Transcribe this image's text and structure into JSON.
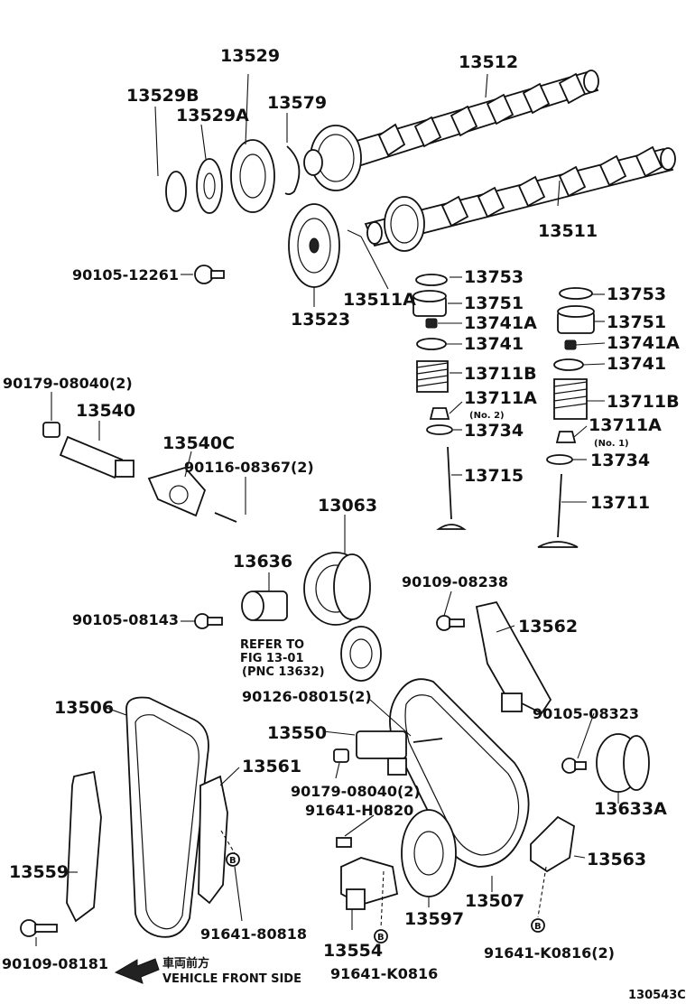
{
  "labels": {
    "p13529": "13529",
    "p13512": "13512",
    "p13529B": "13529B",
    "p13529A": "13529A",
    "p13579": "13579",
    "p13511": "13511",
    "p90105_12261": "90105-12261",
    "p13753a": "13753",
    "p13751a": "13751",
    "p13741Aa": "13741A",
    "p13741a": "13741",
    "p13711Ba": "13711B",
    "p13711Aa": "13711A",
    "no2": "(No. 2)",
    "p13734a": "13734",
    "p13715": "13715",
    "p13523": "13523",
    "p13511A": "13511A",
    "p13753b": "13753",
    "p13751b": "13751",
    "p13741Ab": "13741A",
    "p13741b": "13741",
    "p13711Bb": "13711B",
    "p13711Ab": "13711A",
    "no1": "(No. 1)",
    "p13734b": "13734",
    "p13711": "13711",
    "p90179_08040a": "90179-08040(2)",
    "p13540": "13540",
    "p13540C": "13540C",
    "p90116_08367": "90116-08367(2)",
    "p13063": "13063",
    "p13636": "13636",
    "p90105_08143": "90105-08143",
    "refer1": "REFER TO",
    "refer2": "FIG  13-01",
    "refer3": "(PNC  13632)",
    "p90109_08238": "90109-08238",
    "p13562": "13562",
    "p13506": "13506",
    "p90126_08015": "90126-08015(2)",
    "p13550": "13550",
    "p90105_08323": "90105-08323",
    "p13561": "13561",
    "p90179_08040b": "90179-08040(2)",
    "p91641_H0820": "91641-H0820",
    "p13633A": "13633A",
    "p13559": "13559",
    "p13563": "13563",
    "p91641_80818": "91641-80818",
    "p13597": "13597",
    "p13507": "13507",
    "p13554": "13554",
    "p91641_K0816a": "91641-K0816",
    "p91641_K0816b": "91641-K0816(2)",
    "p90109_08181": "90109-08181",
    "front_jp": "車両前方",
    "front_en": "VEHICLE FRONT SIDE",
    "fig_id": "130543C",
    "markB": "B"
  }
}
